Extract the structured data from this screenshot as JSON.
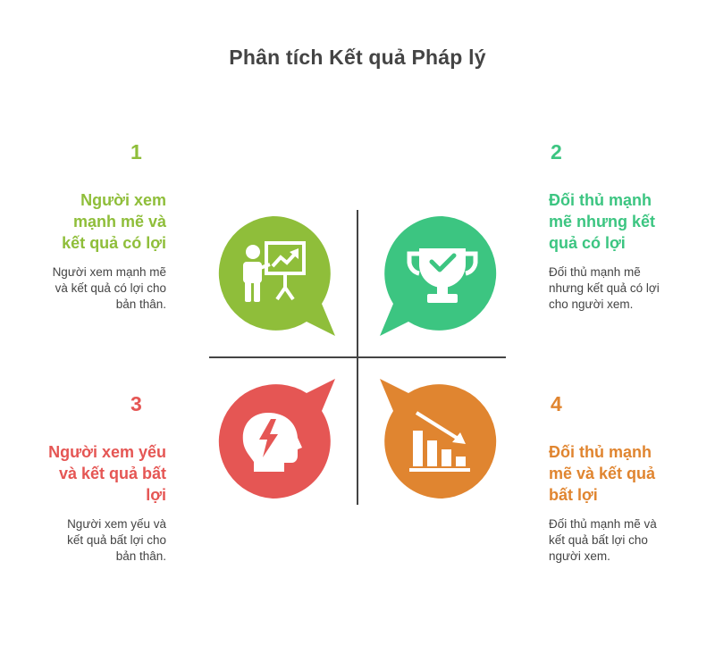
{
  "title": "Phân tích Kết quả Pháp lý",
  "colors": {
    "q1": "#8FBE3A",
    "q2": "#3CC581",
    "q3": "#E55654",
    "q4": "#E08530",
    "axis": "#444444"
  },
  "quadrants": [
    {
      "number": "1",
      "heading": "Người xem mạnh mẽ và kết quả có lợi",
      "heading_lines": [
        "Người xem",
        "mạnh mẽ và",
        "kết quả có lợi"
      ],
      "description_lines": [
        "Người xem mạnh mẽ",
        "và kết quả có lợi cho",
        "bản thân."
      ],
      "icon": "presenter-chart-icon"
    },
    {
      "number": "2",
      "heading": "Đối thủ mạnh mẽ nhưng kết quả có lợi",
      "heading_lines": [
        "Đối thủ mạnh",
        "mẽ nhưng kết",
        "quả có lợi"
      ],
      "description_lines": [
        "Đối thủ mạnh mẽ",
        "nhưng kết quả có lợi",
        "cho người xem."
      ],
      "icon": "trophy-check-icon"
    },
    {
      "number": "3",
      "heading": "Người xem yếu và kết quả bất lợi",
      "heading_lines": [
        "Người xem yếu",
        "và kết quả bất",
        "lợi"
      ],
      "description_lines": [
        "Người xem yếu và",
        "kết quả bất lợi cho",
        "bản thân."
      ],
      "icon": "head-lightning-icon"
    },
    {
      "number": "4",
      "heading": "Đối thủ mạnh mẽ và kết quả bất lợi",
      "heading_lines": [
        "Đối thủ mạnh",
        "mẽ và kết quả",
        "bất lợi"
      ],
      "description_lines": [
        "Đối thủ mạnh mẽ và",
        "kết quả bất lợi cho",
        "người xem."
      ],
      "icon": "declining-bar-chart-icon"
    }
  ]
}
